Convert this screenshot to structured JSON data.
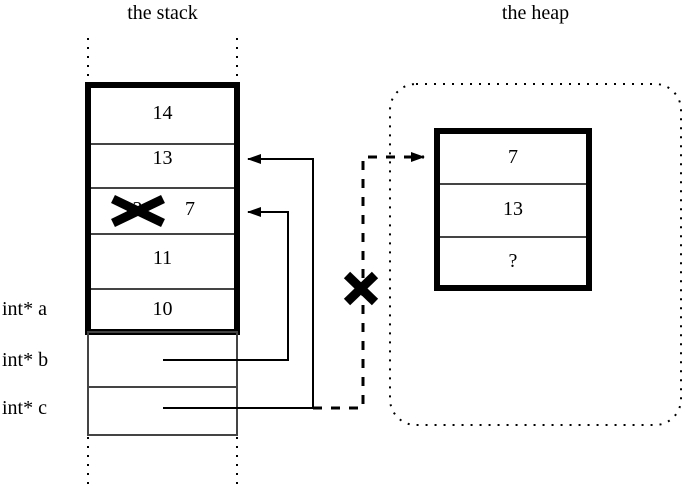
{
  "diagram": {
    "title_stack": "the stack",
    "title_heap": "the heap",
    "accent_color": "#000000",
    "background_color": "#ffffff"
  },
  "stack": {
    "label": "the stack",
    "active_frame_cells": [
      {
        "value": "14"
      },
      {
        "value": "13"
      },
      {
        "value": "12",
        "struck_out": true,
        "new_value": "7"
      },
      {
        "value": "11"
      },
      {
        "value": "10"
      }
    ],
    "variables": [
      {
        "name": "int* a",
        "points_to": "stack-cell-10"
      },
      {
        "name": "int* b",
        "points_to": "stack-cell-7"
      },
      {
        "name": "int* c",
        "points_to": "stack-cell-13"
      }
    ],
    "var_labels": [
      "int* a",
      "int* b",
      "int* c"
    ],
    "struck_cell": {
      "old": "12",
      "new": "7"
    }
  },
  "heap": {
    "label": "the heap",
    "cells": [
      {
        "value": "7"
      },
      {
        "value": "13"
      },
      {
        "value": "?"
      }
    ]
  },
  "annotations": {
    "cross_out_marks": [
      {
        "name": "stack-value-crossout",
        "target": "12"
      },
      {
        "name": "heap-pointer-crossout",
        "target": "dangling dashed pointer from int* c to heap"
      }
    ],
    "dangling_pointer_cancelled": true
  }
}
